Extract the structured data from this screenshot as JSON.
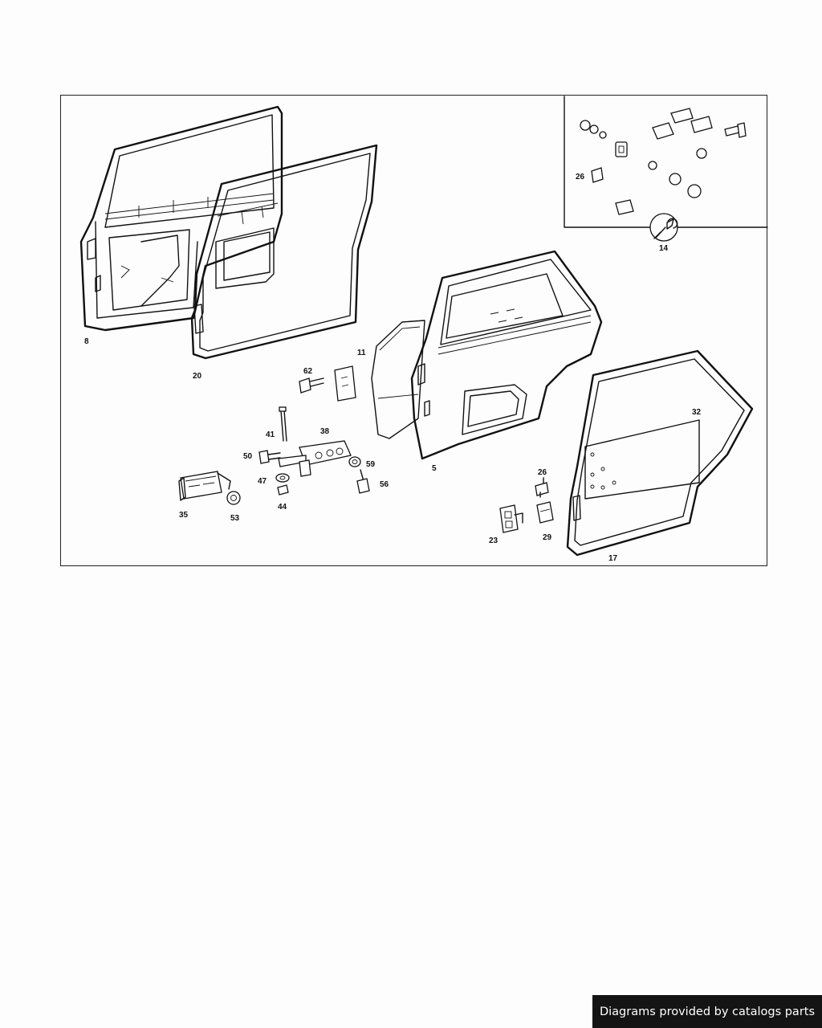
{
  "diagram": {
    "callouts": {
      "p8": "8",
      "p20": "20",
      "p11": "11",
      "p5": "5",
      "p62": "62",
      "p41": "41",
      "p38": "38",
      "p50": "50",
      "p59": "59",
      "p47": "47",
      "p56": "56",
      "p44": "44",
      "p35": "35",
      "p53": "53",
      "p26_inset": "26",
      "p14": "14",
      "p32": "32",
      "p26": "26",
      "p23": "23",
      "p29": "29",
      "p17": "17"
    }
  },
  "footer": {
    "credit": "Diagrams provided by catalogs parts"
  }
}
